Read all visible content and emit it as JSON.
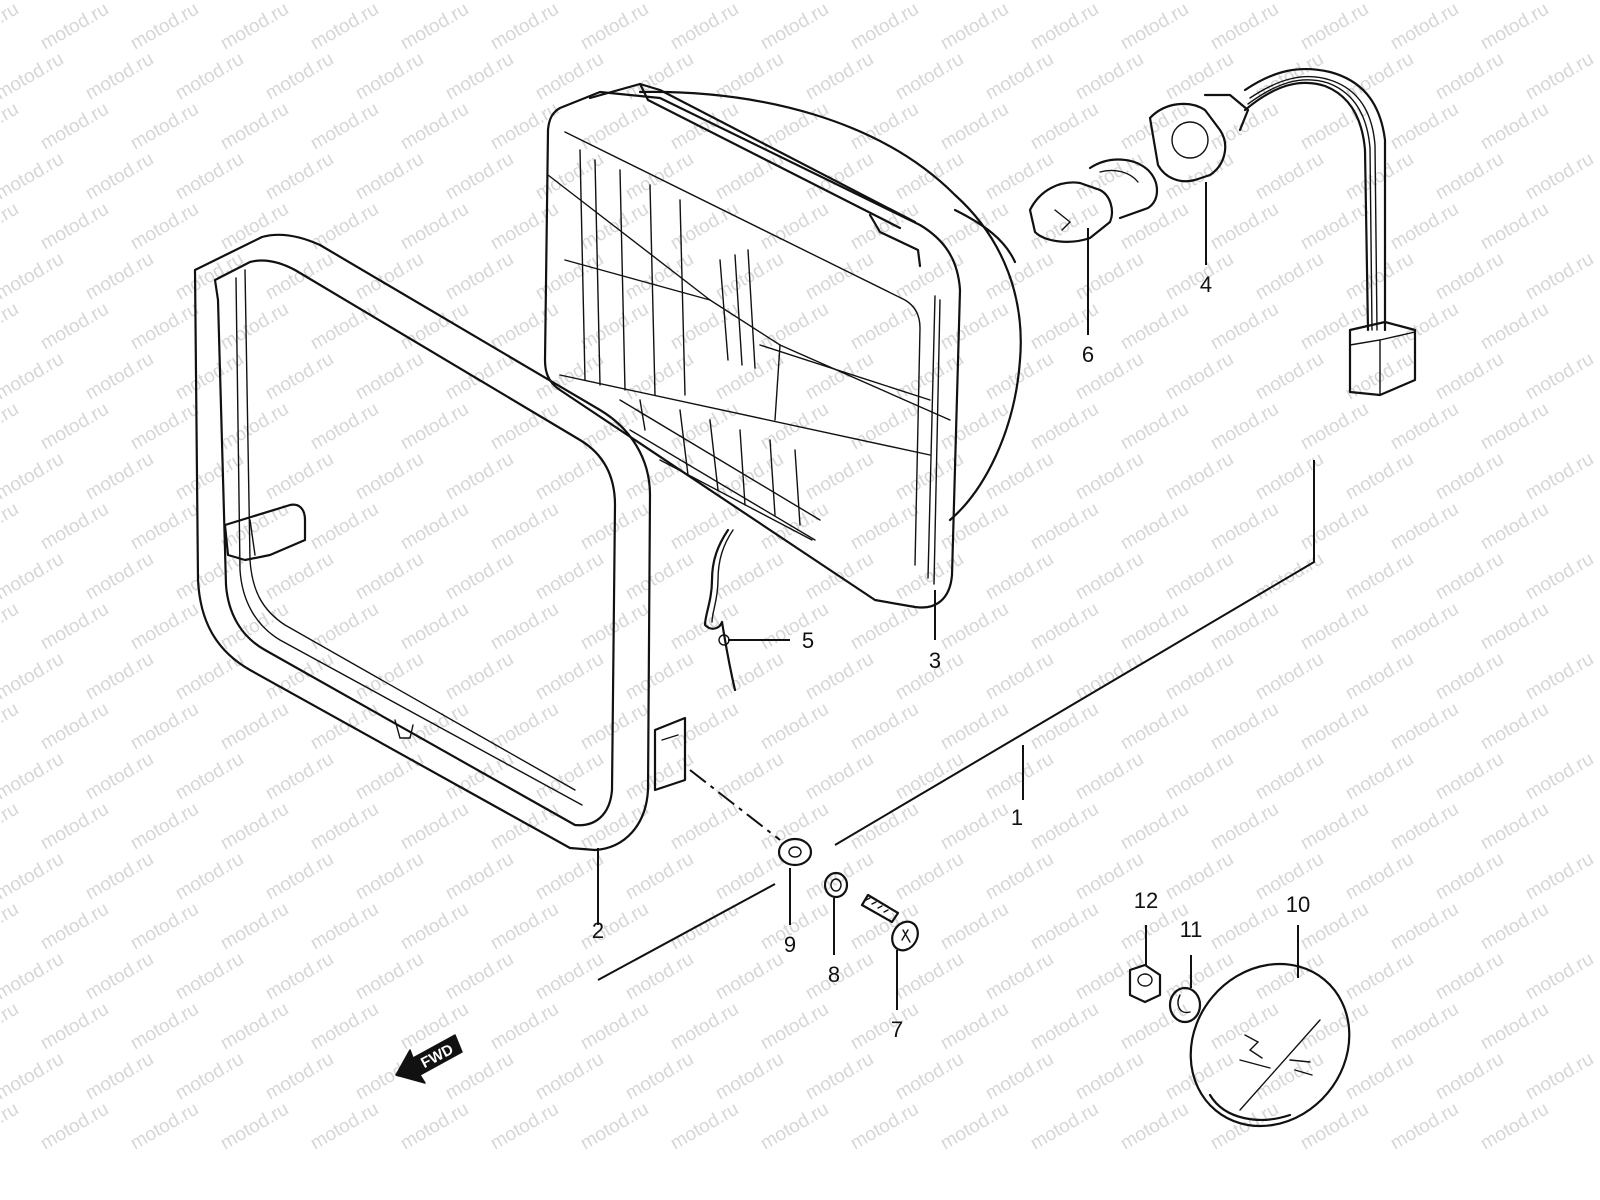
{
  "watermark": {
    "text": "motod.ru",
    "color": "#d6d6d6"
  },
  "direction_marker": {
    "label": "FWD",
    "icon": "arrow-left-down-icon"
  },
  "parts": [
    {
      "number": "1"
    },
    {
      "number": "2"
    },
    {
      "number": "3"
    },
    {
      "number": "4"
    },
    {
      "number": "5"
    },
    {
      "number": "6"
    },
    {
      "number": "7"
    },
    {
      "number": "8"
    },
    {
      "number": "9"
    },
    {
      "number": "10"
    },
    {
      "number": "11"
    },
    {
      "number": "12"
    }
  ]
}
